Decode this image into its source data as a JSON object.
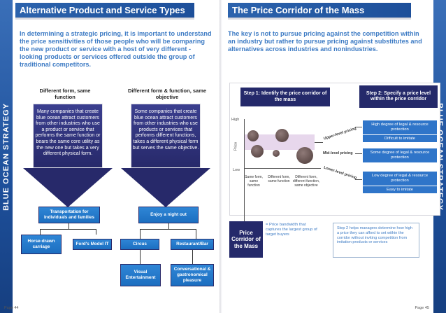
{
  "spine_text": "BLUE OCEAN STRATEGY",
  "left_page": {
    "title": "Alternative Product and Service Types",
    "intro": "In determining a strategic pricing, it is important to understand the price sensitivities of those people who will be comparing the new product or service with a host of very different - looking products or services offered outside the group of traditional competitors.",
    "columns": [
      {
        "heading": "Different form, same function",
        "body": "Many companies that create blue ocean attract customers from other industries who use a product or service that performs the same function or bears the same core utility as the new one but takes a very different physical form.",
        "example_head": "Transportation for Individuals and families",
        "examples": [
          "Horse-drawn carriage",
          "Ford's Model IT"
        ]
      },
      {
        "heading": "Different form & function, same objective",
        "body": "Some companies that create blue ocean attract customers from other industries who use products or services that performs different functions, takes a different physical form but serves the same objective.",
        "example_head": "Enjoy a night out",
        "examples": [
          "Circus",
          "Restaurant/Bar",
          "Visual Entertainment",
          "Conversational & gastronomical pleasure"
        ]
      }
    ],
    "page_number": "Page 44"
  },
  "right_page": {
    "title": "The Price Corridor of the Mass",
    "intro": "The key is not to pursue pricing against the competition within an industry but rather to pursue pricing against substitutes and alternatives across industries and nonindustries.",
    "step1": "Step 1: Identify the price corridor of the mass",
    "step2": "Step 2: Specify a price level within the price corridor",
    "axis": {
      "high": "High",
      "low": "Low",
      "price": "Price"
    },
    "categories": [
      "Same form, same function",
      "Different form, same function",
      "Different form, different function, same objective"
    ],
    "levels": [
      "Upper-level pricing",
      "Mid-level pricing",
      "Lower-level pricing"
    ],
    "level_boxes": [
      [
        "High degree of legal & resource protection",
        "Difficult to imitate"
      ],
      [
        "Some degree of legal & resource protection"
      ],
      [
        "Low degree of legal & resource protection",
        "Easy to imitate"
      ]
    ],
    "price_corridor_label": "Price Corridor of the Mass",
    "price_corridor_def": "= Price bandwidth that captures the largest group of target buyers",
    "step2_desc": "Step 2 helps managers determine how high a price they can afford to set within the corridor without inviting competition from imitation products or services",
    "page_number": "Page 45"
  }
}
